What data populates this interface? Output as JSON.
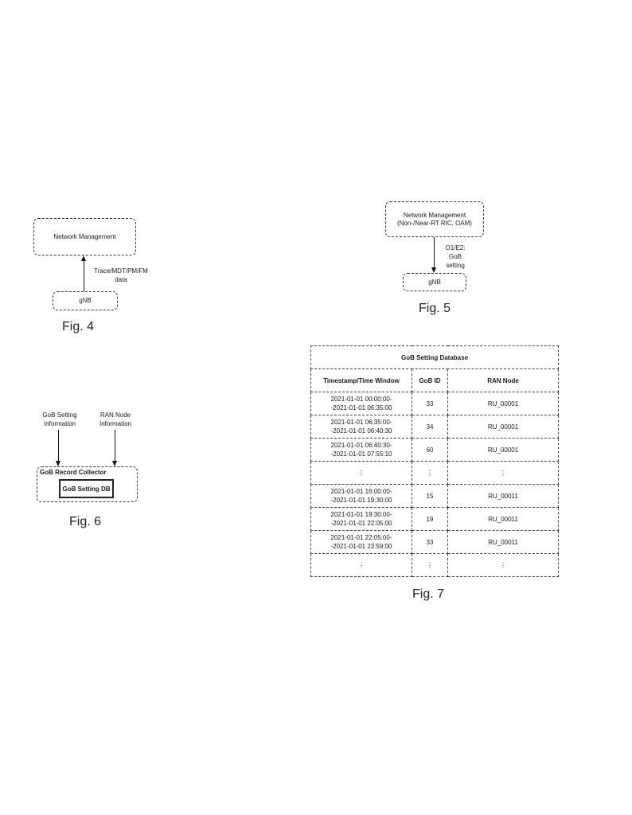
{
  "fig4": {
    "caption": "Fig. 4",
    "network_management": "Network Management",
    "gnb": "gNB",
    "arrow_label_line1": "Trace/MDT/PM/FM",
    "arrow_label_line2": "data"
  },
  "fig5": {
    "caption": "Fig. 5",
    "network_management_line1": "Network Management",
    "network_management_line2": "(Non-/Near-RT RIC, OAM)",
    "gnb": "gNB",
    "arrow_label_line1": "O1/E2:",
    "arrow_label_line2": "GoB",
    "arrow_label_line3": "setting"
  },
  "fig6": {
    "caption": "Fig. 6",
    "input1_line1": "GoB Setting",
    "input1_line2": "Information",
    "input2_line1": "RAN Node",
    "input2_line2": "Information",
    "collector": "GoB Record Collector",
    "db": "GoB Setting DB"
  },
  "fig7": {
    "caption": "Fig. 7",
    "table_title": "GoB Setting Database",
    "columns": [
      "Timestamp/Time Window",
      "GoB ID",
      "RAN Node"
    ],
    "rows": [
      {
        "start": "2021-01-01 00:00:00-",
        "end": "-2021-01-01 06:35:00",
        "gob_id": "33",
        "ran_node": "RU_00001"
      },
      {
        "start": "2021-01-01 06:35:00-",
        "end": "-2021-01-01 06:40:30",
        "gob_id": "34",
        "ran_node": "RU_00001"
      },
      {
        "start": "2021-01-01 06:40:30-",
        "end": "-2021-01-01 07:55:10",
        "gob_id": "60",
        "ran_node": "RU_00001"
      },
      {
        "start": "⋮",
        "end": "",
        "gob_id": "⋮",
        "ran_node": "⋮"
      },
      {
        "start": "2021-01-01 16:00:00-",
        "end": "-2021-01-01 19:30:00",
        "gob_id": "15",
        "ran_node": "RU_00011"
      },
      {
        "start": "2021-01-01 19:30:00-",
        "end": "-2021-01-01 22:05:00",
        "gob_id": "19",
        "ran_node": "RU_00011"
      },
      {
        "start": "2021-01-01 22:05:00-",
        "end": "-2021-01-01 23:59:00",
        "gob_id": "33",
        "ran_node": "RU_00011"
      },
      {
        "start": "⋮",
        "end": "",
        "gob_id": "⋮",
        "ran_node": "⋮"
      }
    ]
  }
}
